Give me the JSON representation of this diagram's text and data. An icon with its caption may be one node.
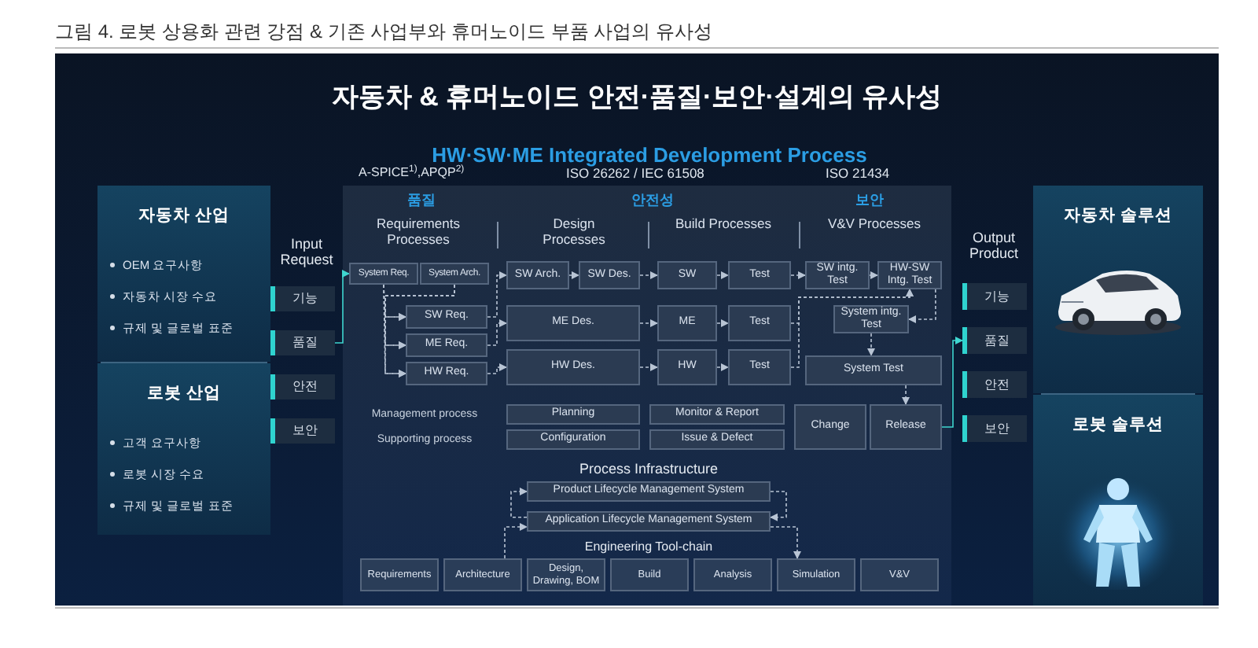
{
  "diagram": {
    "title": "그림 4. 로봇 상용화 관련 강점 & 기존 사업부와 휴머노이드 부품 사업의 유사성",
    "nodes": [
      {
        "text": [
          "자동차 산업",
          "OEM 요구사항",
          "자동차 시장 수요",
          "규제 및 글로벌 표준"
        ]
      },
      {
        "text": [
          "로봇 산업",
          "고객 요구사항",
          "로봇 시장 수요",
          "규제 및 글로벌 표준"
        ]
      },
      {
        "text": [
          "기능"
        ]
      },
      {
        "text": [
          "품질"
        ]
      },
      {
        "text": [
          "안전"
        ]
      },
      {
        "text": [
          "보안"
        ]
      },
      {
        "text": [
          "System Req."
        ]
      },
      {
        "text": [
          "System Arch."
        ]
      },
      {
        "text": [
          "SW Arch."
        ]
      },
      {
        "text": [
          "SW Des."
        ]
      },
      {
        "text": [
          "SW"
        ]
      },
      {
        "text": [
          "Test"
        ]
      },
      {
        "text": [
          "SW intg. Test"
        ]
      },
      {
        "text": [
          "HW-SW Intg. Test"
        ]
      },
      {
        "text": [
          "SW Req."
        ]
      },
      {
        "text": [
          "ME Des."
        ]
      },
      {
        "text": [
          "ME"
        ]
      },
      {
        "text": [
          "Test"
        ]
      },
      {
        "text": [
          "System intg. Test"
        ]
      },
      {
        "text": [
          "ME Req."
        ]
      },
      {
        "text": [
          "HW Req."
        ]
      },
      {
        "text": [
          "HW Des."
        ]
      },
      {
        "text": [
          "HW"
        ]
      },
      {
        "text": [
          "Test"
        ]
      },
      {
        "text": [
          "System Test"
        ]
      },
      {
        "text": [
          "Planning"
        ]
      },
      {
        "text": [
          "Monitor & Report"
        ]
      },
      {
        "text": [
          "Change"
        ]
      },
      {
        "text": [
          "Release"
        ]
      },
      {
        "text": [
          "Configuration"
        ]
      },
      {
        "text": [
          "Issue & Defect"
        ]
      },
      {
        "text": [
          "Product Lifecycle Management System"
        ]
      },
      {
        "text": [
          "Application Lifecycle Management System"
        ]
      },
      {
        "text": [
          "Requirements"
        ]
      },
      {
        "text": [
          "Architecture"
        ]
      },
      {
        "text": [
          "Design, Drawing, BOM"
        ]
      },
      {
        "text": [
          "Build"
        ]
      },
      {
        "text": [
          "Analysis"
        ]
      },
      {
        "text": [
          "Simulation"
        ]
      },
      {
        "text": [
          "V&V"
        ]
      },
      {
        "text": [
          "기능"
        ]
      },
      {
        "text": [
          "품질"
        ]
      },
      {
        "text": [
          "안전"
        ]
      },
      {
        "text": [
          "보안"
        ]
      },
      {
        "text": [
          "자동차 솔루션"
        ]
      },
      {
        "text": [
          "로봇 솔루션"
        ]
      }
    ],
    "edges": [
      {
        "from": 3,
        "to": 6,
        "arrow": "to",
        "color": "#3fd6d0"
      },
      {
        "from": 6,
        "to": 14,
        "arrow": "to",
        "style": "dashed"
      },
      {
        "from": 6,
        "to": 19,
        "arrow": "to",
        "style": "dashed"
      },
      {
        "from": 6,
        "to": 20,
        "arrow": "to",
        "style": "dashed"
      },
      {
        "from": 7,
        "to": 14,
        "arrow": "to",
        "style": "dashed"
      },
      {
        "from": 7,
        "to": 19,
        "arrow": "to",
        "style": "dashed"
      },
      {
        "from": 7,
        "to": 20,
        "arrow": "to",
        "style": "dashed"
      },
      {
        "from": 14,
        "to": 8,
        "arrow": "to",
        "style": "dashed"
      },
      {
        "from": 19,
        "to": 15,
        "arrow": "to",
        "style": "dashed"
      },
      {
        "from": 20,
        "to": 21,
        "arrow": "to",
        "style": "dashed"
      },
      {
        "from": 8,
        "to": 9,
        "arrow": "to",
        "style": "dashed"
      },
      {
        "from": 9,
        "to": 10,
        "arrow": "to",
        "style": "dashed"
      },
      {
        "from": 10,
        "to": 11,
        "arrow": "to",
        "style": "dashed"
      },
      {
        "from": 11,
        "to": 12,
        "arrow": "to",
        "style": "dashed"
      },
      {
        "from": 12,
        "to": 13,
        "arrow": "to",
        "style": "dashed"
      },
      {
        "from": 15,
        "to": 16,
        "arrow": "to",
        "style": "dashed"
      },
      {
        "from": 16,
        "to": 17,
        "arrow": "to",
        "style": "dashed"
      },
      {
        "from": 21,
        "to": 22,
        "arrow": "to",
        "style": "dashed"
      },
      {
        "from": 22,
        "to": 23,
        "arrow": "to",
        "style": "dashed"
      },
      {
        "from": 17,
        "to": 13,
        "arrow": "to",
        "style": "dashed"
      },
      {
        "from": 23,
        "to": 13,
        "arrow": "to",
        "style": "dashed"
      },
      {
        "from": 13,
        "to": 18,
        "arrow": "to",
        "style": "dashed"
      },
      {
        "from": 18,
        "to": 24,
        "arrow": "to",
        "style": "dashed"
      },
      {
        "from": 24,
        "to": 28,
        "arrow": "to",
        "style": "dashed"
      },
      {
        "from": 28,
        "to": 41,
        "arrow": "to",
        "color": "#3fd6d0"
      },
      {
        "from": 31,
        "to": 32,
        "arrow": "to",
        "style": "dashed"
      },
      {
        "from": 32,
        "to": 31,
        "arrow": "to",
        "style": "dashed"
      },
      {
        "from": 34,
        "to": 32,
        "arrow": "to",
        "style": "dashed"
      },
      {
        "from": 32,
        "to": 38,
        "arrow": "to",
        "style": "dashed"
      }
    ],
    "labels": [
      "자동차 & 휴머노이드 안전·품질·보안·설계의 유사성",
      "HW·SW·ME Integrated Development Process",
      "A-SPICE$^{1)}$,APQP$^{2)}$",
      "ISO 26262 / IEC 61508",
      "ISO 21434",
      "Input Request",
      "품질",
      "안전성",
      "보안",
      "Requirements Processes",
      "Design Processes",
      "Build Processes",
      "V&V Processes",
      "Output Product",
      "Management process",
      "Supporting process",
      "Process Infrastructure",
      "Engineering Tool-chain"
    ]
  }
}
